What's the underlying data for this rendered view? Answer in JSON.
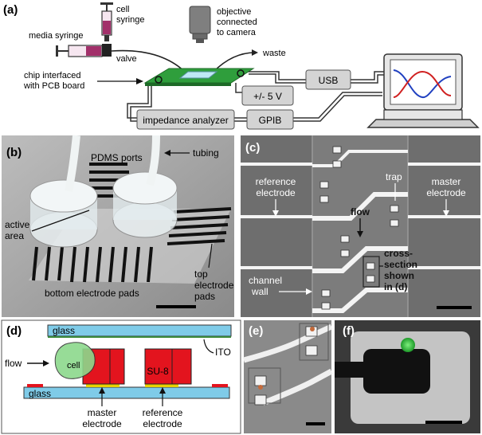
{
  "panel_a": {
    "tag": "(a)",
    "cell_syringe": [
      "cell",
      "syringe"
    ],
    "media_syringe": "media syringe",
    "valve": "valve",
    "objective": [
      "objective",
      "connected",
      "to camera"
    ],
    "waste": "waste",
    "chip": [
      "chip interfaced",
      "with PCB board"
    ],
    "usb": "USB",
    "power": "+/- 5 V",
    "impedance": "impedance analyzer",
    "gpib": "GPIB"
  },
  "panel_b": {
    "tag": "(b)",
    "pdms": "PDMS ports",
    "tubing": "tubing",
    "active": [
      "active",
      "area"
    ],
    "bottom": "bottom electrode pads",
    "top": [
      "top",
      "electrode",
      "pads"
    ]
  },
  "panel_c": {
    "tag": "(c)",
    "reference": [
      "reference",
      "electrode"
    ],
    "master": [
      "master",
      "electrode"
    ],
    "trap": "trap",
    "flow": "flow",
    "cross": [
      "cross-",
      "section",
      "shown",
      "in (d)"
    ],
    "channel": [
      "channel",
      "wall"
    ]
  },
  "panel_d": {
    "tag": "(d)",
    "glass_top": "glass",
    "glass_bottom": "glass",
    "flow": "flow",
    "cell": "cell",
    "su8": "SU-8",
    "ito": "ITO",
    "master": [
      "master",
      "electrode"
    ],
    "reference": [
      "reference",
      "electrode"
    ]
  },
  "panel_e": {
    "tag": "(e)"
  },
  "panel_f": {
    "tag": "(f)"
  },
  "colors": {
    "pcb_green": "#2f9e3c",
    "glass_blue": "#7fcbe8",
    "su8_red": "#e3141e",
    "cell_green": "#8cd98c",
    "ito_green": "#3a8a3a",
    "electrode_yellow": "#e8d200"
  }
}
